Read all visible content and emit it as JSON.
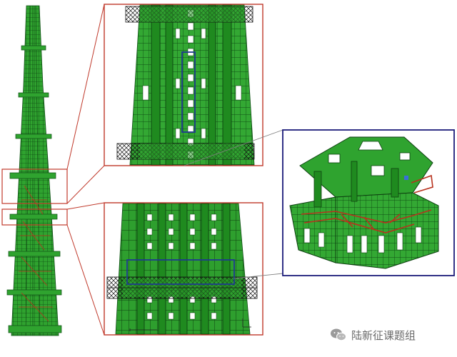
{
  "watermark": {
    "text": "陆新征课题组",
    "icon": "wechat-icon"
  },
  "colors": {
    "structure_green": "#2fa32f",
    "mesh_dark": "#0f4d14",
    "frame_red": "#c0392b",
    "highlight_blue": "#1f3a8f",
    "panel_border_navy": "#1b1b7a",
    "leader_gray": "#808080",
    "accent_red_members": "#b8321e"
  },
  "panels": [
    {
      "name": "full-tower-view"
    },
    {
      "name": "zoom-upper-section"
    },
    {
      "name": "zoom-lower-section"
    },
    {
      "name": "detail-floor-3d"
    }
  ]
}
